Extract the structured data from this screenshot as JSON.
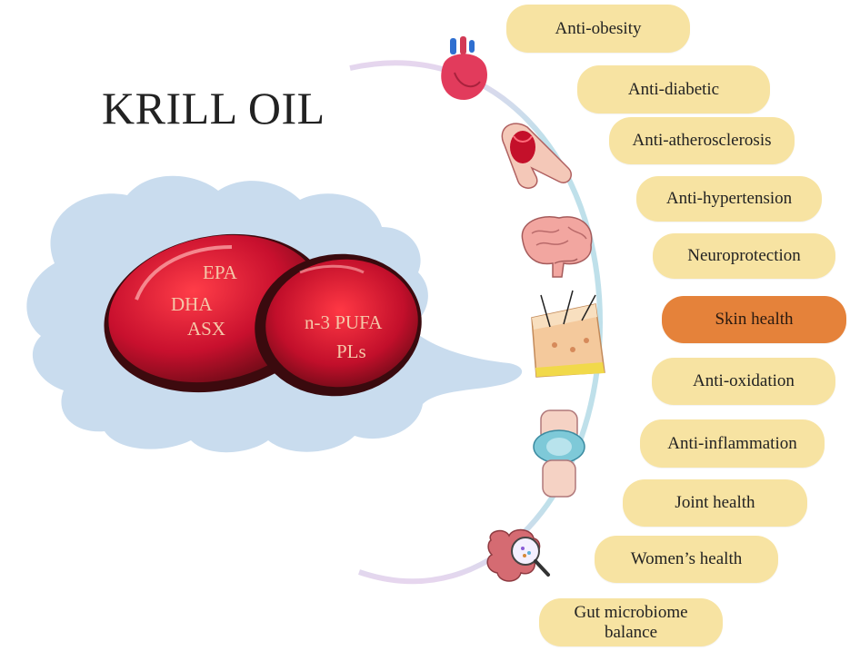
{
  "title": "KRILL OIL",
  "capsule_left": {
    "lines": [
      "EPA",
      "DHA",
      "ASX"
    ]
  },
  "capsule_right": {
    "lines": [
      "n-3 PUFA",
      "PLs"
    ]
  },
  "benefits": [
    {
      "label": "Anti-obesity",
      "highlighted": false
    },
    {
      "label": "Anti-diabetic",
      "highlighted": false
    },
    {
      "label": "Anti-atherosclerosis",
      "highlighted": false
    },
    {
      "label": "Anti-hypertension",
      "highlighted": false
    },
    {
      "label": "Neuroprotection",
      "highlighted": false
    },
    {
      "label": "Skin health",
      "highlighted": true
    },
    {
      "label": "Anti-oxidation",
      "highlighted": false
    },
    {
      "label": "Anti-inflammation",
      "highlighted": false
    },
    {
      "label": "Joint health",
      "highlighted": false
    },
    {
      "label": "Women’s health",
      "highlighted": false
    },
    {
      "label": "Gut microbiome balance",
      "label_lines": [
        "Gut microbiome",
        "balance"
      ],
      "highlighted": false
    }
  ],
  "icons": [
    "heart-icon",
    "blood-vessel-icon",
    "brain-icon",
    "skin-icon",
    "knee-joint-icon",
    "intestine-icon"
  ],
  "colors": {
    "pill": "#f7e3a2",
    "pill_highlight": "#e5823a",
    "cloud": "#c9dcee",
    "capsule": "#c8102e",
    "capsule_dark": "#5a1010",
    "arc": "#b9dde8"
  }
}
